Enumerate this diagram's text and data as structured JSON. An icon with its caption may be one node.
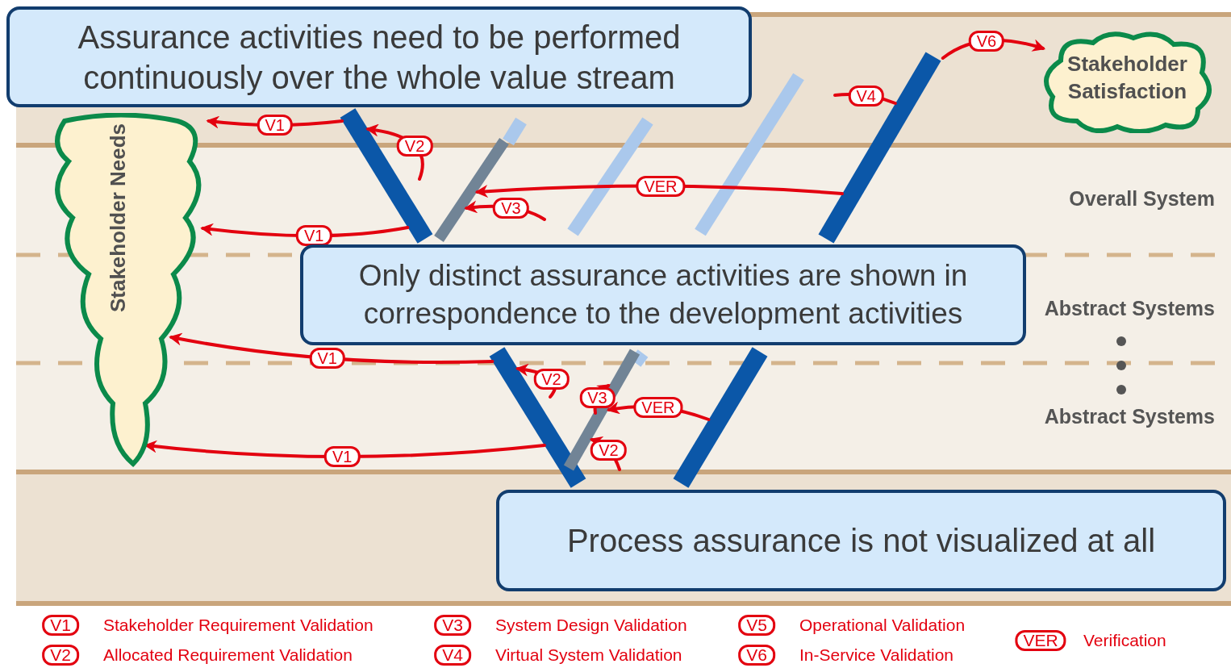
{
  "diagram": {
    "nodes": [
      {
        "text": [
          "Assurance activities need to be performed continuously over the whole value stream"
        ]
      },
      {
        "text": [
          "Stakeholder Needs"
        ]
      },
      {
        "text": [
          "Stakeholder Satisfaction"
        ]
      },
      {
        "text": [],
        "shape": "bar"
      },
      {
        "text": [],
        "shape": "bar"
      },
      {
        "text": [],
        "shape": "bar"
      },
      {
        "text": [
          "Only distinct assurance activities are shown in correspondence to the development activities"
        ]
      },
      {
        "text": [],
        "shape": "bar"
      },
      {
        "text": [],
        "shape": "bar"
      },
      {
        "text": [],
        "shape": "bar"
      },
      {
        "text": [
          "Process assurance is not visualized at all"
        ]
      }
    ],
    "edges": [
      {
        "from": 5,
        "to": 2,
        "arrow": "to",
        "label": "V6"
      },
      {
        "from": 5,
        "to": null,
        "arrow": "none",
        "label": "V4"
      },
      {
        "from": 3,
        "to": 1,
        "arrow": "to",
        "label": "V1"
      },
      {
        "from": null,
        "to": 3,
        "arrow": "to",
        "label": "V2"
      },
      {
        "from": null,
        "to": 4,
        "arrow": "to",
        "label": "V3"
      },
      {
        "from": 5,
        "to": 4,
        "arrow": "to",
        "label": "VER"
      },
      {
        "from": 3,
        "to": 1,
        "arrow": "to",
        "label": "V1"
      },
      {
        "from": 7,
        "to": 1,
        "arrow": "to",
        "label": "V1"
      },
      {
        "from": null,
        "to": 7,
        "arrow": "to",
        "label": "V2"
      },
      {
        "from": null,
        "to": 8,
        "arrow": "to",
        "label": "V3"
      },
      {
        "from": 9,
        "to": 8,
        "arrow": "to",
        "label": "VER"
      },
      {
        "from": null,
        "to": 8,
        "arrow": "to",
        "label": "V2"
      },
      {
        "from": 7,
        "to": 1,
        "arrow": "to",
        "label": "V1"
      }
    ],
    "labels": [
      "Overall System",
      "Abstract Systems",
      "Abstract Systems",
      "V1",
      "V3",
      "V5",
      "VER",
      "V2",
      "V4",
      "V6"
    ],
    "legend": [
      {
        "text": "Stakeholder Requirement Validation"
      },
      {
        "text": "System Design Validation"
      },
      {
        "text": "Operational Validation"
      },
      {
        "text": "Verification"
      },
      {
        "text": "Allocated Requirement Validation"
      },
      {
        "text": "Virtual System Validation"
      },
      {
        "text": "In-Service Validation"
      }
    ]
  }
}
